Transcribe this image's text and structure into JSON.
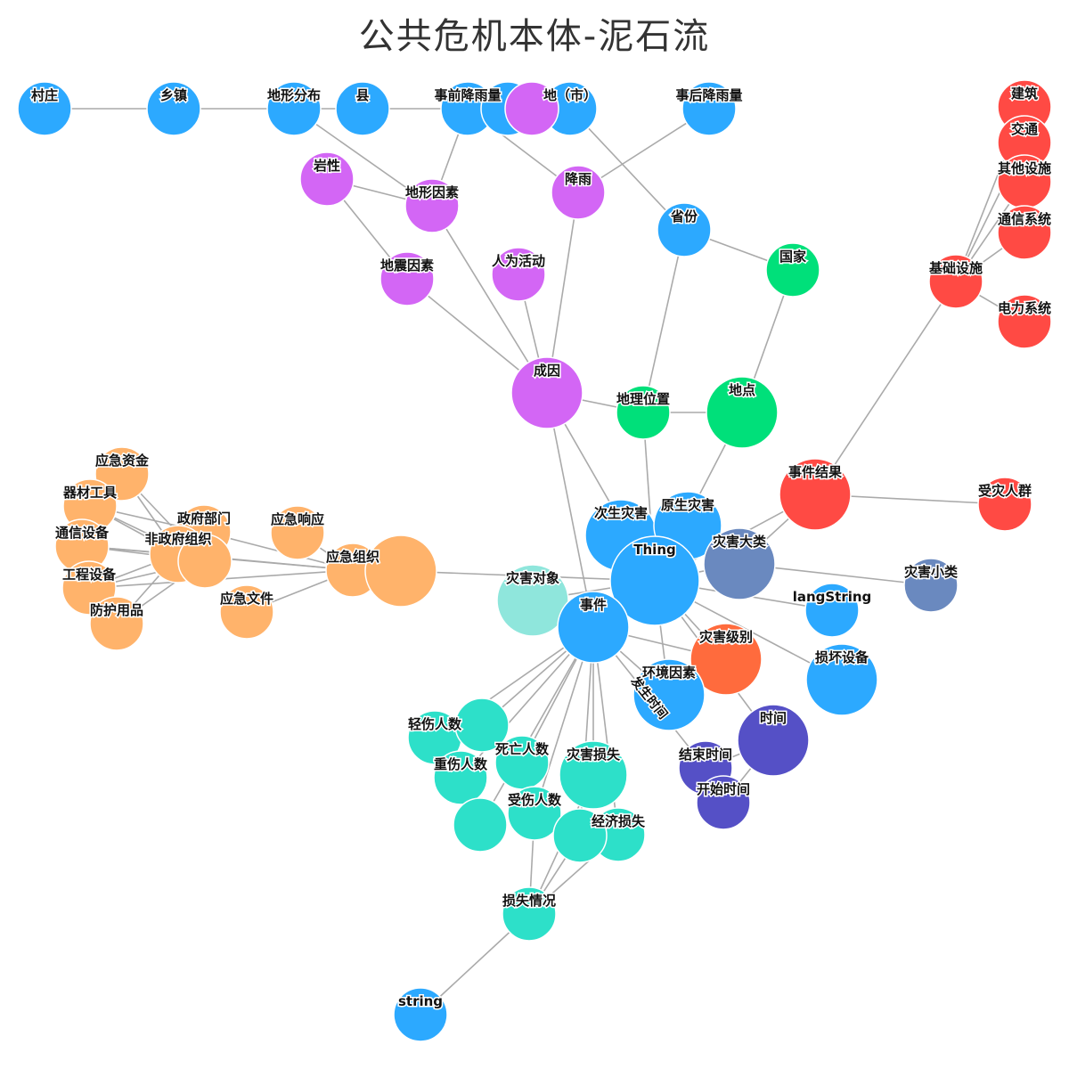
{
  "title": "公共危机本体-泥石流",
  "colors": {
    "blue": "#2ca9ff",
    "purple": "#d366f5",
    "green": "#00e07a",
    "red": "#ff4a44",
    "orange": "#ffb36b",
    "slate": "#6a89bf",
    "teal": "#2de0c9",
    "lightteal": "#8fe6dc",
    "darkorange": "#ff6b3d",
    "indigo": "#5550c6"
  },
  "nodes": [
    {
      "id": "village",
      "label": "村庄",
      "group": "blue"
    },
    {
      "id": "town",
      "label": "乡镇",
      "group": "blue"
    },
    {
      "id": "terrain_dist",
      "label": "地形分布",
      "group": "blue"
    },
    {
      "id": "county",
      "label": "县",
      "group": "blue"
    },
    {
      "id": "pre_rain",
      "label": "事前降雨量",
      "group": "blue"
    },
    {
      "id": "hidden_a",
      "label": "",
      "group": "blue"
    },
    {
      "id": "city",
      "label": "地（市）",
      "group": "blue"
    },
    {
      "id": "post_rain",
      "label": "事后降雨量",
      "group": "blue"
    },
    {
      "id": "purple_top",
      "label": "",
      "group": "purple"
    },
    {
      "id": "lithology",
      "label": "岩性",
      "group": "purple"
    },
    {
      "id": "terrain_factor",
      "label": "地形因素",
      "group": "purple"
    },
    {
      "id": "rain",
      "label": "降雨",
      "group": "purple"
    },
    {
      "id": "province",
      "label": "省份",
      "group": "blue"
    },
    {
      "id": "country",
      "label": "国家",
      "group": "green"
    },
    {
      "id": "quake_factor",
      "label": "地震因素",
      "group": "purple"
    },
    {
      "id": "human_activity",
      "label": "人为活动",
      "group": "purple"
    },
    {
      "id": "cause",
      "label": "成因",
      "group": "purple"
    },
    {
      "id": "geo_location",
      "label": "地理位置",
      "group": "green"
    },
    {
      "id": "place",
      "label": "地点",
      "group": "green"
    },
    {
      "id": "building",
      "label": "建筑",
      "group": "red"
    },
    {
      "id": "traffic",
      "label": "交通",
      "group": "red"
    },
    {
      "id": "other_facility",
      "label": "其他设施",
      "group": "red"
    },
    {
      "id": "comm_system",
      "label": "通信系统",
      "group": "red"
    },
    {
      "id": "infrastructure",
      "label": "基础设施",
      "group": "red"
    },
    {
      "id": "power_system",
      "label": "电力系统",
      "group": "red"
    },
    {
      "id": "event_result",
      "label": "事件结果",
      "group": "red"
    },
    {
      "id": "affected_people",
      "label": "受灾人群",
      "group": "red"
    },
    {
      "id": "secondary_disaster",
      "label": "次生灾害",
      "group": "blue"
    },
    {
      "id": "primary_disaster",
      "label": "原生灾害",
      "group": "blue"
    },
    {
      "id": "thing",
      "label": "Thing",
      "group": "blue"
    },
    {
      "id": "disaster_major",
      "label": "灾害大类",
      "group": "slate"
    },
    {
      "id": "disaster_minor",
      "label": "灾害小类",
      "group": "slate"
    },
    {
      "id": "langstring",
      "label": "langString",
      "group": "blue"
    },
    {
      "id": "damaged_equipment",
      "label": "损坏设备",
      "group": "blue"
    },
    {
      "id": "disaster_object",
      "label": "灾害对象",
      "group": "lightteal"
    },
    {
      "id": "event",
      "label": "事件",
      "group": "blue"
    },
    {
      "id": "disaster_level",
      "label": "灾害级别",
      "group": "darkorange"
    },
    {
      "id": "env_factor",
      "label": "环境因素",
      "group": "blue"
    },
    {
      "id": "time",
      "label": "时间",
      "group": "indigo"
    },
    {
      "id": "end_time",
      "label": "结束时间",
      "group": "indigo"
    },
    {
      "id": "start_time",
      "label": "开始时间",
      "group": "indigo"
    },
    {
      "id": "minor_injury",
      "label": "轻伤人数",
      "group": "teal"
    },
    {
      "id": "minor_injury_b",
      "label": "",
      "group": "teal"
    },
    {
      "id": "deaths",
      "label": "死亡人数",
      "group": "teal"
    },
    {
      "id": "serious_injury",
      "label": "重伤人数",
      "group": "teal"
    },
    {
      "id": "disaster_loss",
      "label": "灾害损失",
      "group": "teal"
    },
    {
      "id": "injured",
      "label": "受伤人数",
      "group": "teal"
    },
    {
      "id": "teal_small",
      "label": "",
      "group": "teal"
    },
    {
      "id": "econ_loss",
      "label": "经济损失",
      "group": "teal"
    },
    {
      "id": "econ_loss_b",
      "label": "",
      "group": "teal"
    },
    {
      "id": "loss_status",
      "label": "损失情况",
      "group": "teal"
    },
    {
      "id": "string",
      "label": "string",
      "group": "blue"
    },
    {
      "id": "emergency_fund",
      "label": "应急资金",
      "group": "orange"
    },
    {
      "id": "equipment_tools",
      "label": "器材工具",
      "group": "orange"
    },
    {
      "id": "gov_dept",
      "label": "政府部门",
      "group": "orange"
    },
    {
      "id": "emergency_response",
      "label": "应急响应",
      "group": "orange"
    },
    {
      "id": "comm_equipment",
      "label": "通信设备",
      "group": "orange"
    },
    {
      "id": "ngo",
      "label": "非政府组织",
      "group": "orange"
    },
    {
      "id": "ngo_b",
      "label": "",
      "group": "orange"
    },
    {
      "id": "emergency_org",
      "label": "应急组织",
      "group": "orange"
    },
    {
      "id": "orange_big",
      "label": "",
      "group": "orange"
    },
    {
      "id": "eng_equipment",
      "label": "工程设备",
      "group": "orange"
    },
    {
      "id": "emergency_doc",
      "label": "应急文件",
      "group": "orange"
    },
    {
      "id": "protective_gear",
      "label": "防护用品",
      "group": "orange"
    }
  ],
  "edges": [
    {
      "source": "village",
      "target": "town"
    },
    {
      "source": "town",
      "target": "terrain_dist"
    },
    {
      "source": "terrain_dist",
      "target": "county"
    },
    {
      "source": "county",
      "target": "pre_rain"
    },
    {
      "source": "terrain_dist",
      "target": "terrain_factor"
    },
    {
      "source": "pre_rain",
      "target": "terrain_factor"
    },
    {
      "source": "pre_rain",
      "target": "rain"
    },
    {
      "source": "post_rain",
      "target": "rain"
    },
    {
      "source": "city",
      "target": "province"
    },
    {
      "source": "province",
      "target": "country"
    },
    {
      "source": "lithology",
      "target": "terrain_factor"
    },
    {
      "source": "lithology",
      "target": "quake_factor"
    },
    {
      "source": "terrain_factor",
      "target": "cause"
    },
    {
      "source": "rain",
      "target": "cause"
    },
    {
      "source": "quake_factor",
      "target": "cause"
    },
    {
      "source": "human_activity",
      "target": "cause"
    },
    {
      "source": "cause",
      "target": "geo_location"
    },
    {
      "source": "geo_location",
      "target": "place"
    },
    {
      "source": "province",
      "target": "geo_location"
    },
    {
      "source": "country",
      "target": "place"
    },
    {
      "source": "cause",
      "target": "thing"
    },
    {
      "source": "cause",
      "target": "event"
    },
    {
      "source": "geo_location",
      "target": "thing"
    },
    {
      "source": "place",
      "target": "thing"
    },
    {
      "source": "building",
      "target": "infrastructure"
    },
    {
      "source": "traffic",
      "target": "infrastructure"
    },
    {
      "source": "other_facility",
      "target": "infrastructure"
    },
    {
      "source": "comm_system",
      "target": "infrastructure"
    },
    {
      "source": "power_system",
      "target": "infrastructure"
    },
    {
      "source": "infrastructure",
      "target": "event_result"
    },
    {
      "source": "event_result",
      "target": "affected_people"
    },
    {
      "source": "event_result",
      "target": "thing"
    },
    {
      "source": "event_result",
      "target": "disaster_major"
    },
    {
      "source": "secondary_disaster",
      "target": "thing"
    },
    {
      "source": "primary_disaster",
      "target": "thing"
    },
    {
      "source": "thing",
      "target": "disaster_major"
    },
    {
      "source": "disaster_major",
      "target": "disaster_minor"
    },
    {
      "source": "thing",
      "target": "langstring"
    },
    {
      "source": "thing",
      "target": "damaged_equipment"
    },
    {
      "source": "thing",
      "target": "disaster_level"
    },
    {
      "source": "thing",
      "target": "disaster_object"
    },
    {
      "source": "thing",
      "target": "event"
    },
    {
      "source": "thing",
      "target": "env_factor"
    },
    {
      "source": "thing",
      "target": "time"
    },
    {
      "source": "thing",
      "target": "orange_big"
    },
    {
      "source": "event",
      "target": "disaster_object"
    },
    {
      "source": "event",
      "target": "disaster_level"
    },
    {
      "source": "event",
      "target": "env_factor"
    },
    {
      "source": "event",
      "target": "end_time",
      "label": "发生时间"
    },
    {
      "source": "event",
      "target": "minor_injury"
    },
    {
      "source": "event",
      "target": "minor_injury_b"
    },
    {
      "source": "event",
      "target": "deaths"
    },
    {
      "source": "event",
      "target": "serious_injury"
    },
    {
      "source": "event",
      "target": "disaster_loss"
    },
    {
      "source": "event",
      "target": "injured"
    },
    {
      "source": "event",
      "target": "teal_small"
    },
    {
      "source": "event",
      "target": "econ_loss"
    },
    {
      "source": "event",
      "target": "econ_loss_b"
    },
    {
      "source": "time",
      "target": "end_time"
    },
    {
      "source": "time",
      "target": "start_time"
    },
    {
      "source": "disaster_loss",
      "target": "loss_status"
    },
    {
      "source": "econ_loss",
      "target": "loss_status"
    },
    {
      "source": "econ_loss_b",
      "target": "loss_status"
    },
    {
      "source": "injured",
      "target": "loss_status"
    },
    {
      "source": "loss_status",
      "target": "string"
    },
    {
      "source": "emergency_fund",
      "target": "ngo"
    },
    {
      "source": "emergency_fund",
      "target": "ngo_b"
    },
    {
      "source": "equipment_tools",
      "target": "ngo"
    },
    {
      "source": "equipment_tools",
      "target": "ngo_b"
    },
    {
      "source": "equipment_tools",
      "target": "gov_dept"
    },
    {
      "source": "comm_equipment",
      "target": "ngo"
    },
    {
      "source": "comm_equipment",
      "target": "ngo_b"
    },
    {
      "source": "comm_equipment",
      "target": "emergency_org"
    },
    {
      "source": "eng_equipment",
      "target": "ngo"
    },
    {
      "source": "eng_equipment",
      "target": "ngo_b"
    },
    {
      "source": "eng_equipment",
      "target": "emergency_org"
    },
    {
      "source": "protective_gear",
      "target": "ngo"
    },
    {
      "source": "protective_gear",
      "target": "ngo_b"
    },
    {
      "source": "gov_dept",
      "target": "emergency_org"
    },
    {
      "source": "ngo",
      "target": "emergency_org"
    },
    {
      "source": "emergency_response",
      "target": "emergency_org"
    },
    {
      "source": "emergency_doc",
      "target": "emergency_org"
    },
    {
      "source": "emergency_org",
      "target": "orange_big"
    }
  ]
}
